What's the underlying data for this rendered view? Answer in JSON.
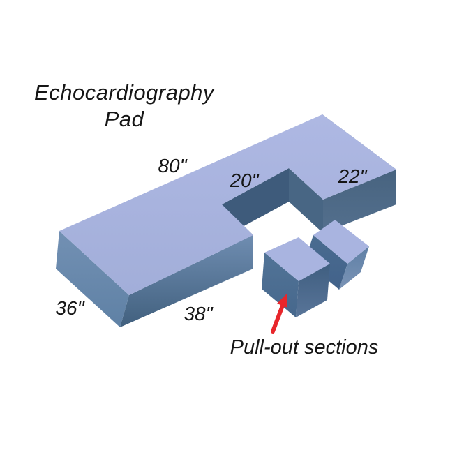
{
  "diagram": {
    "title_line1": "Echocardiography",
    "title_line2": "Pad",
    "annotation": "Pull-out sections",
    "dimensions": {
      "top_length": "80\"",
      "notch_width": "20\"",
      "right_section_width": "22\"",
      "left_end_width": "36\"",
      "front_length": "38\""
    },
    "colors": {
      "background": "#ffffff",
      "text": "#161616",
      "arrow": "#e8262b",
      "pad_top_light": "#aeb8e3",
      "pad_top_dark": "#a2aed9",
      "left_cap_top": "#7290b3",
      "left_cap_bottom": "#5f81a5",
      "near_left_top": "#6f8db1",
      "near_left_bottom": "#41607e",
      "notch_left_wall": "#4e6c8b",
      "notch_far_wall": "#3e5b7b",
      "notch_right_wall": "#486684",
      "near_right_top": "#47637f",
      "near_right_bottom": "#54708e",
      "east_cap_top": "#42607f",
      "east_cap_bottom": "#8ba1c1",
      "cube_top": "#a9b4e0",
      "cube_sw_top": "#527497",
      "cube_sw_bottom": "#46678c",
      "cube_se_top": "#3f5e80",
      "cube_se_bottom": "#597599",
      "box_sw_top": "#4a6c90",
      "box_sw_bottom": "#42628a",
      "box_se_top": "#5e7fa5",
      "box_se_bottom": "#7b94b6"
    }
  }
}
